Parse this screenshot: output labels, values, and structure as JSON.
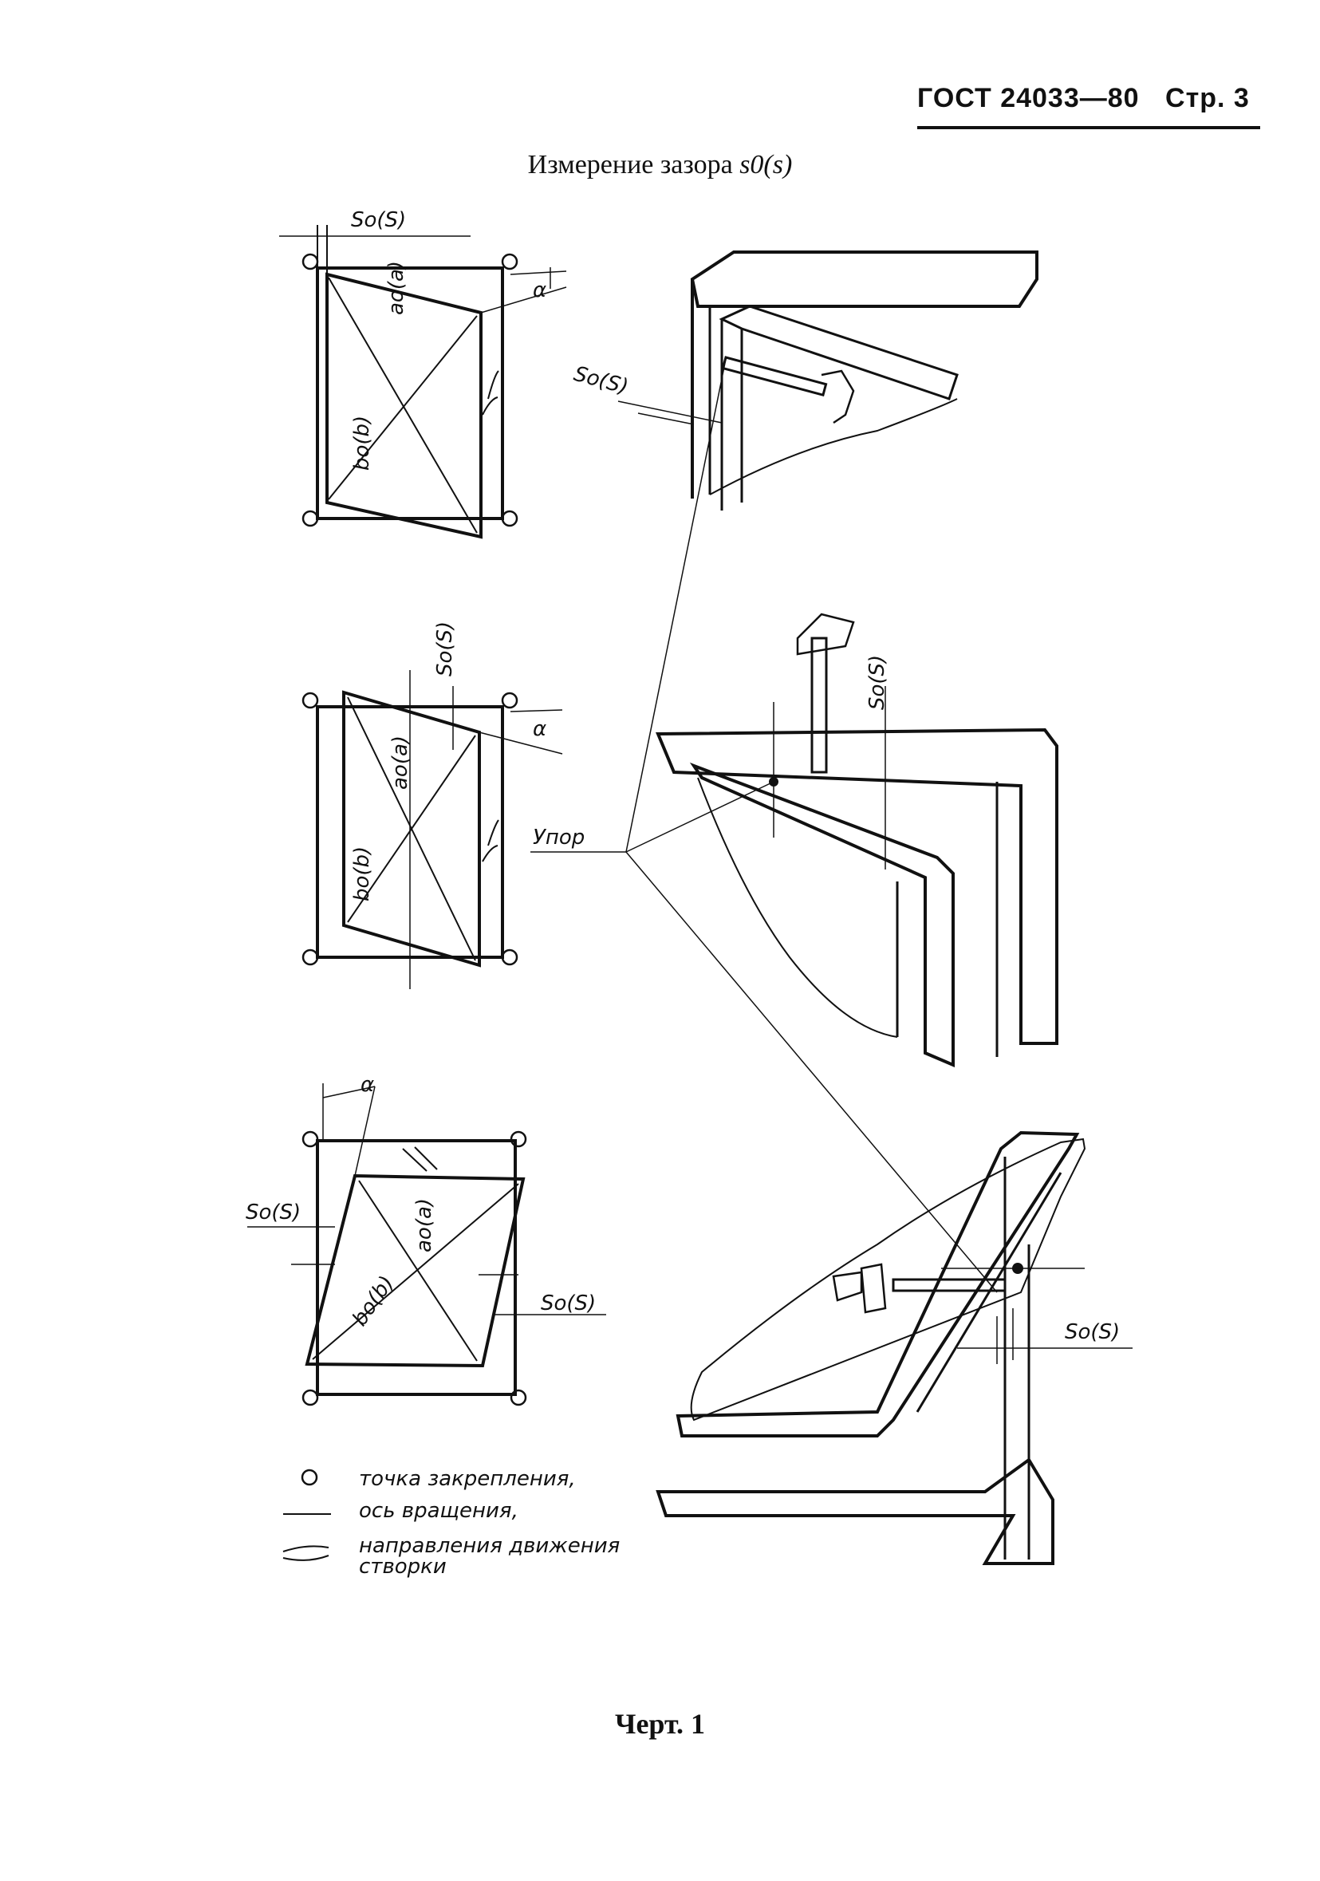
{
  "header": {
    "standard": "ГОСТ 24033—80",
    "page": "Стр. 3"
  },
  "title": {
    "text": "Измерение зазора",
    "formula": "s0(s)"
  },
  "labels": {
    "gap": "So(S)",
    "diagonal_a": "ao(a)",
    "diagonal_b": "bo(b)",
    "angle": "α",
    "stop": "Упор"
  },
  "legend": {
    "fixing_point": "точка закрепления,",
    "rotation_axis": "ось вращения,",
    "movement_direction_1": "направления движения",
    "movement_direction_2": "створки"
  },
  "caption": "Черт. 1"
}
